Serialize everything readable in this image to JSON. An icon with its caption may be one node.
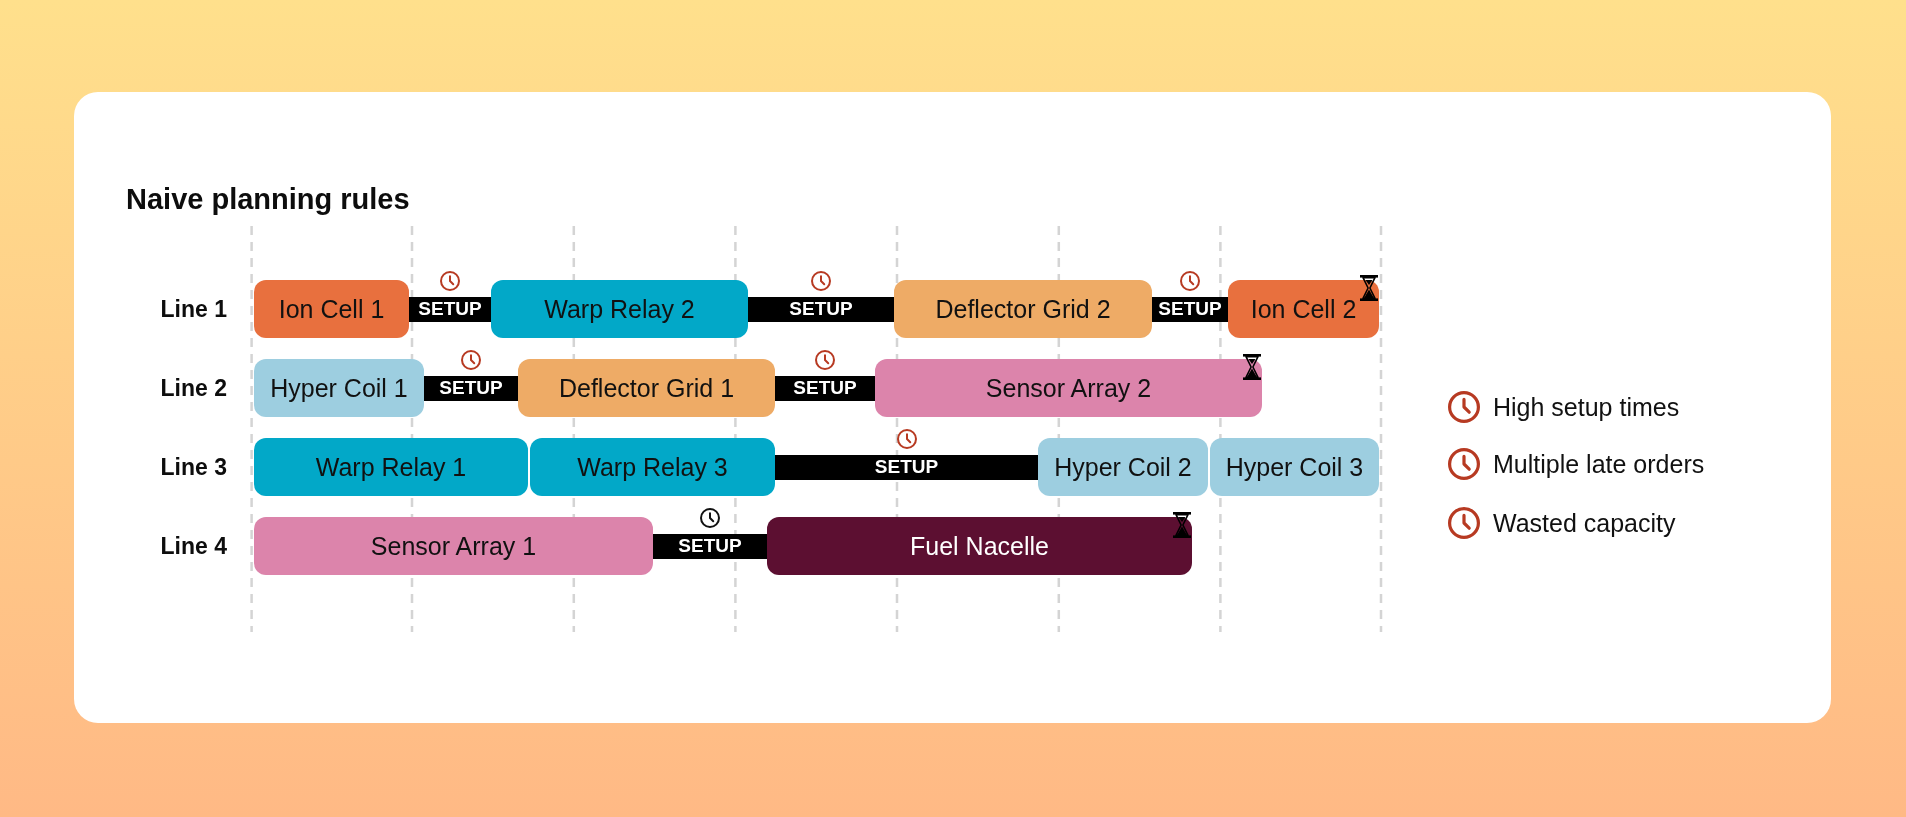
{
  "diagram": {
    "title": "Naive planning rules",
    "nodes": [
      {
        "text": [
          "Ion Cell 1"
        ]
      },
      {
        "text": [
          "SETUP"
        ]
      },
      {
        "text": [
          "Warp Relay 2"
        ]
      },
      {
        "text": [
          "SETUP"
        ]
      },
      {
        "text": [
          "Deflector Grid 2"
        ]
      },
      {
        "text": [
          "SETUP"
        ]
      },
      {
        "text": [
          "Ion Cell 2"
        ]
      },
      {
        "text": [
          "Hyper Coil 1"
        ]
      },
      {
        "text": [
          "SETUP"
        ]
      },
      {
        "text": [
          "Deflector Grid 1"
        ]
      },
      {
        "text": [
          "SETUP"
        ]
      },
      {
        "text": [
          "Sensor Array 2"
        ]
      },
      {
        "text": [
          "Warp Relay 1"
        ]
      },
      {
        "text": [
          "Warp Relay 3"
        ]
      },
      {
        "text": [
          "SETUP"
        ]
      },
      {
        "text": [
          "Hyper Coil 2"
        ]
      },
      {
        "text": [
          "Hyper Coil 3"
        ]
      },
      {
        "text": [
          "Sensor Array 1"
        ]
      },
      {
        "text": [
          "SETUP"
        ]
      },
      {
        "text": [
          "Fuel Nacelle"
        ]
      }
    ],
    "labels": [
      "Line 1",
      "Line 2",
      "Line 3",
      "Line 4"
    ],
    "legend": [
      {
        "text": "High setup times"
      },
      {
        "text": "Multiple late orders"
      },
      {
        "text": "Wasted capacity"
      }
    ]
  }
}
